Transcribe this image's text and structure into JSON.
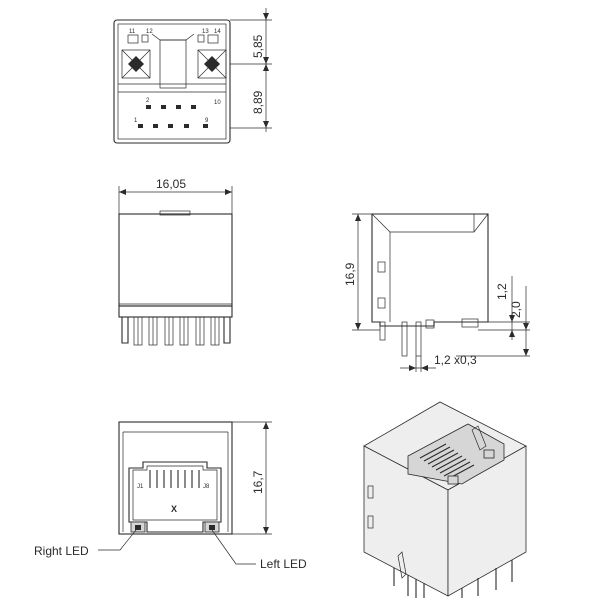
{
  "top_view": {
    "pin_labels": {
      "p1": "1",
      "p2": "2",
      "p9": "9",
      "p10": "10",
      "p11": "11",
      "p12": "12",
      "p13": "13",
      "p14": "14"
    },
    "dim_upper": "5,85",
    "dim_lower": "8,89"
  },
  "front_view": {
    "dim_width": "16,05"
  },
  "side_view": {
    "dim_height": "16,9",
    "dim_offset": "1,2",
    "dim_pin": "2,0",
    "dim_bottom": "1,2 x0,3"
  },
  "rear_view": {
    "dim_height": "16,7",
    "mark_j1": "J1",
    "mark_j8": "J8",
    "mark_x": "X",
    "right_led_label": "Right LED",
    "left_led_label": "Left LED"
  }
}
